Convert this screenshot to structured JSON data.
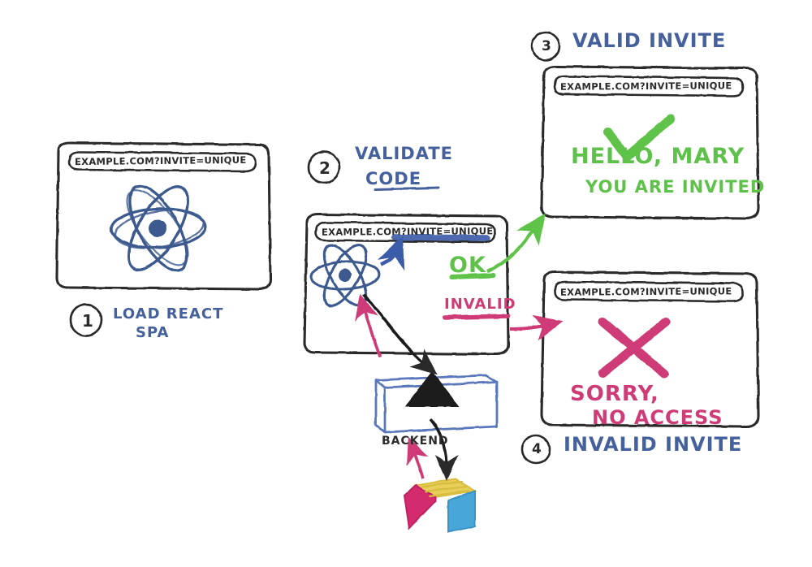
{
  "diagram": {
    "title": "Invite link validation flow sketch",
    "background": "#ffffff",
    "colors": {
      "ink_black": "#2b2b2b",
      "ink_blue": "#45619d",
      "ink_green": "#5ec24a",
      "ink_pink": "#cf3b76",
      "react_blue": "#3d5a8f",
      "highlight_blue": "#3a5ca8",
      "logo_yellow": "#e8cf5a",
      "logo_magenta": "#d42a6e",
      "logo_blue": "#4aa6d8"
    }
  },
  "steps": [
    {
      "number": "1",
      "label_line1": "LOAD REACT",
      "label_line2": "SPA",
      "url": "EXAMPLE.COM?INVITE=UNIQUE",
      "icon": "react-atom-icon"
    },
    {
      "number": "2",
      "label_line1": "VALIDATE",
      "label_line2": "CODE",
      "url": "EXAMPLE.COM?INVITE=UNIQUE",
      "icon": "react-atom-icon",
      "branch_ok": "OK",
      "branch_invalid": "INVALID"
    },
    {
      "number": "3",
      "label_line1": "VALID INVITE",
      "label_line2": "",
      "url": "EXAMPLE.COM?INVITE=UNIQUE",
      "icon": "check-mark-icon",
      "message_line1": "HELLO, MARY",
      "message_line2": "YOU ARE INVITED"
    },
    {
      "number": "4",
      "label_line1": "INVALID INVITE",
      "label_line2": "",
      "url": "EXAMPLE.COM?INVITE=UNIQUE",
      "icon": "cross-mark-icon",
      "message_line1": "SORRY,",
      "message_line2": "NO ACCESS"
    }
  ],
  "backend": {
    "label": "BACKEND",
    "icon": "vercel-triangle-icon"
  },
  "datastore": {
    "icon": "airtable-stack-icon"
  }
}
